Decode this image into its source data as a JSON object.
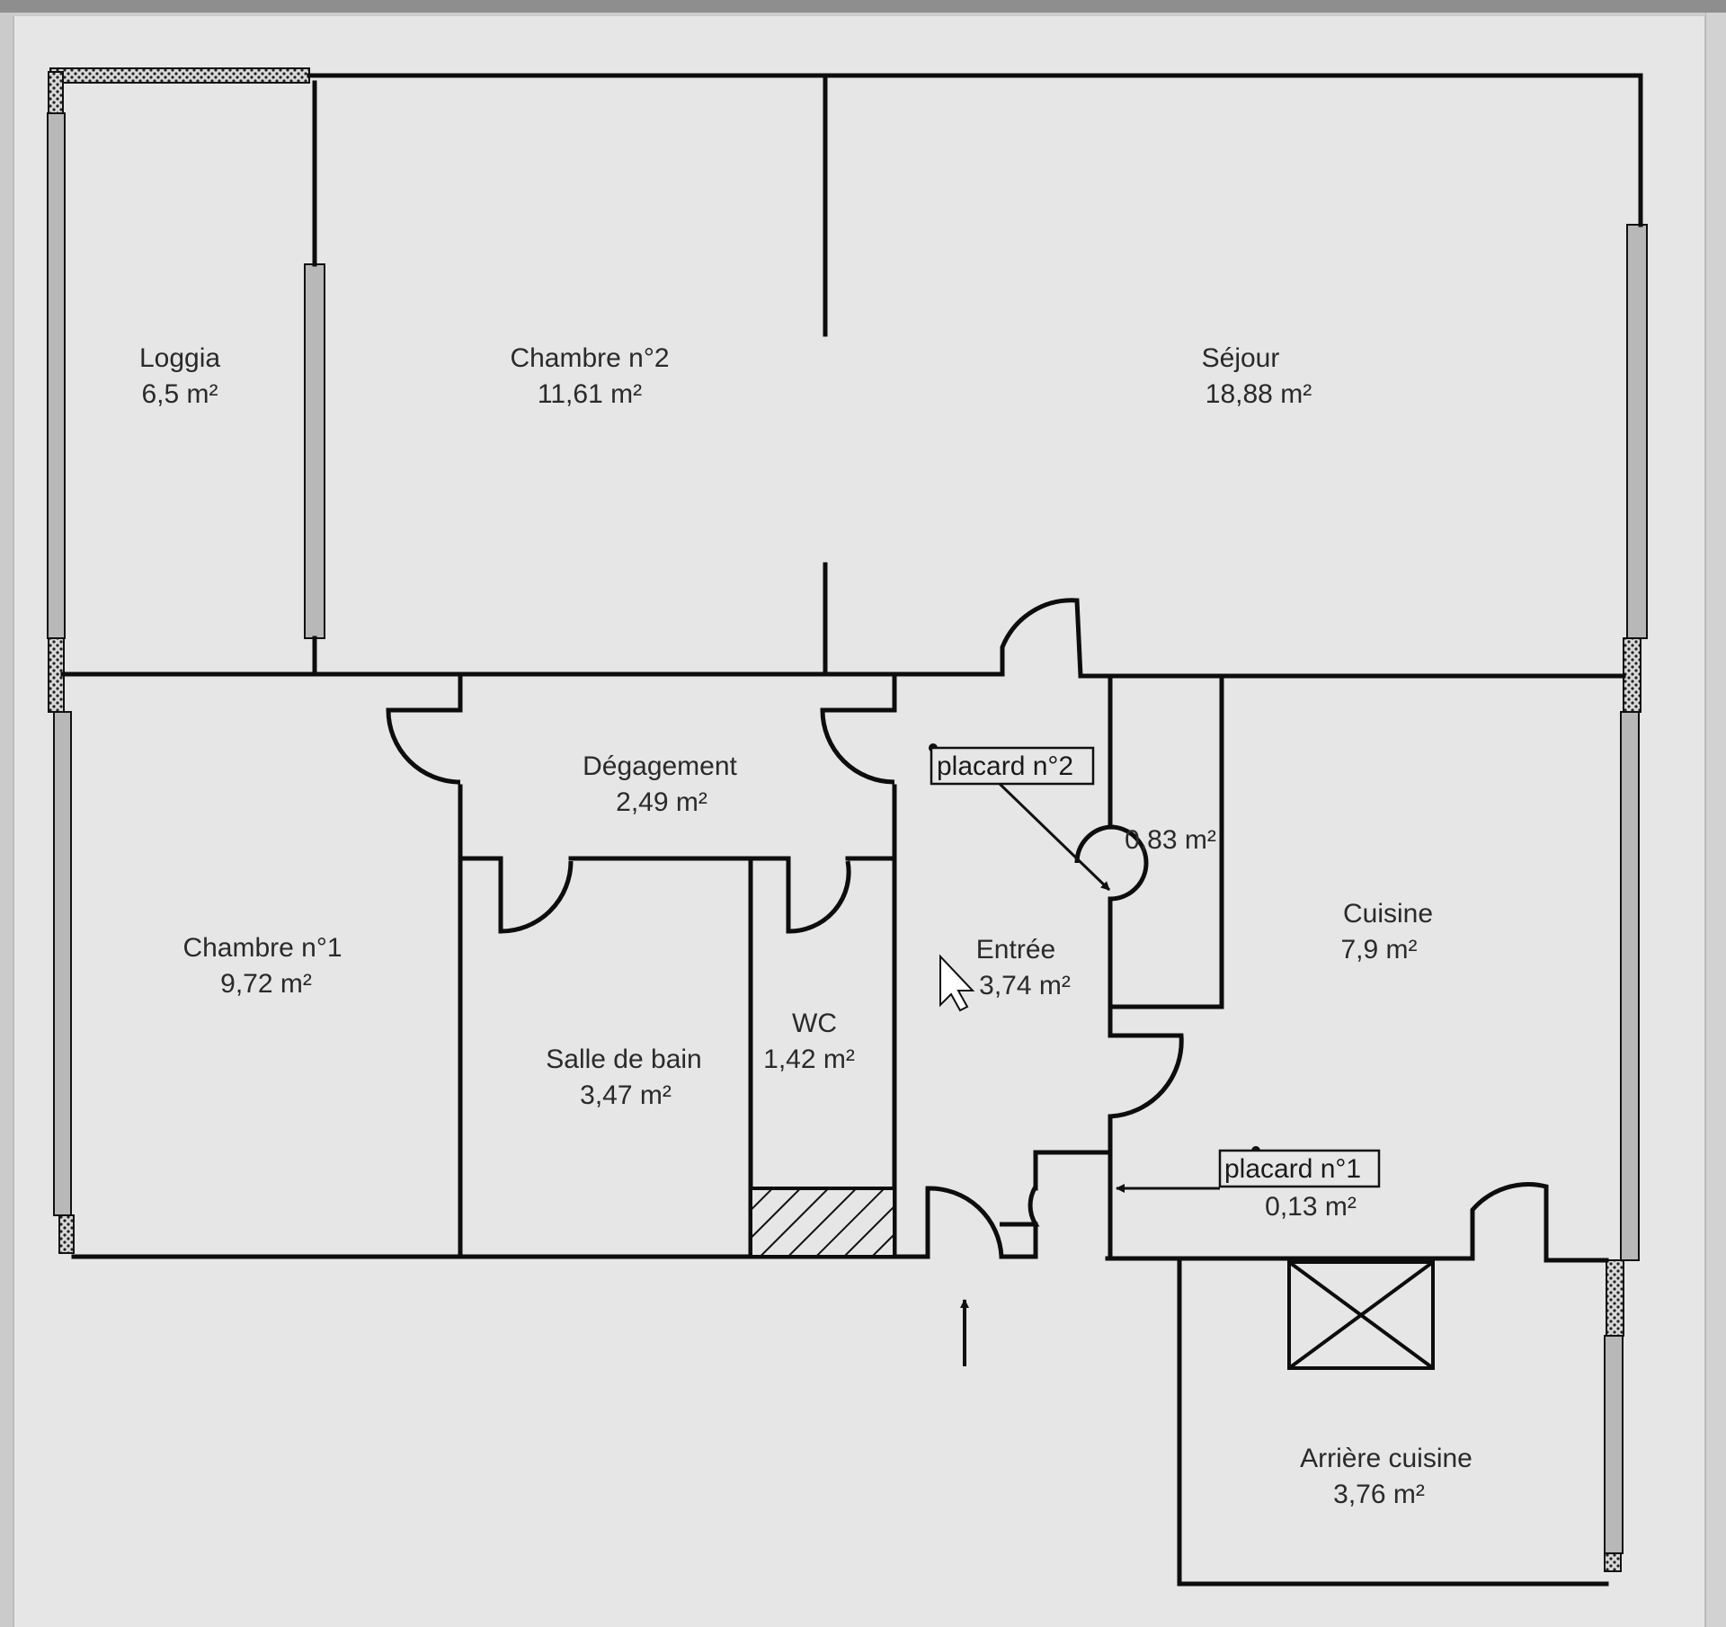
{
  "rooms": {
    "loggia": {
      "name": "Loggia",
      "area": "6,5  m²"
    },
    "chambre2": {
      "name": "Chambre n°2",
      "area": "11,61  m²"
    },
    "sejour": {
      "name": "Séjour",
      "area": "18,88  m²"
    },
    "degagement": {
      "name": "Dégagement",
      "area": "2,49  m²"
    },
    "chambre1": {
      "name": "Chambre n°1",
      "area": "9,72  m²"
    },
    "salle_de_bain": {
      "name": "Salle de bain",
      "area": "3,47  m²"
    },
    "wc": {
      "name": "WC",
      "area": "1,42  m²"
    },
    "entree": {
      "name": "Entrée",
      "area": "3,74  m²"
    },
    "cuisine": {
      "name": "Cuisine",
      "area": "7,9  m²"
    },
    "arriere_cuisine": {
      "name": "Arrière cuisine",
      "area": "3,76  m²"
    }
  },
  "placards": {
    "placard2": {
      "name": "placard n°2",
      "area": "0,83  m²"
    },
    "placard1": {
      "name": "placard n°1",
      "area": "0,13  m²"
    }
  },
  "colors": {
    "wall": "#0d0d0d",
    "floor": "#e6e6e6",
    "window_fill": "#b8b8b8",
    "text": "#2a2a2a"
  }
}
